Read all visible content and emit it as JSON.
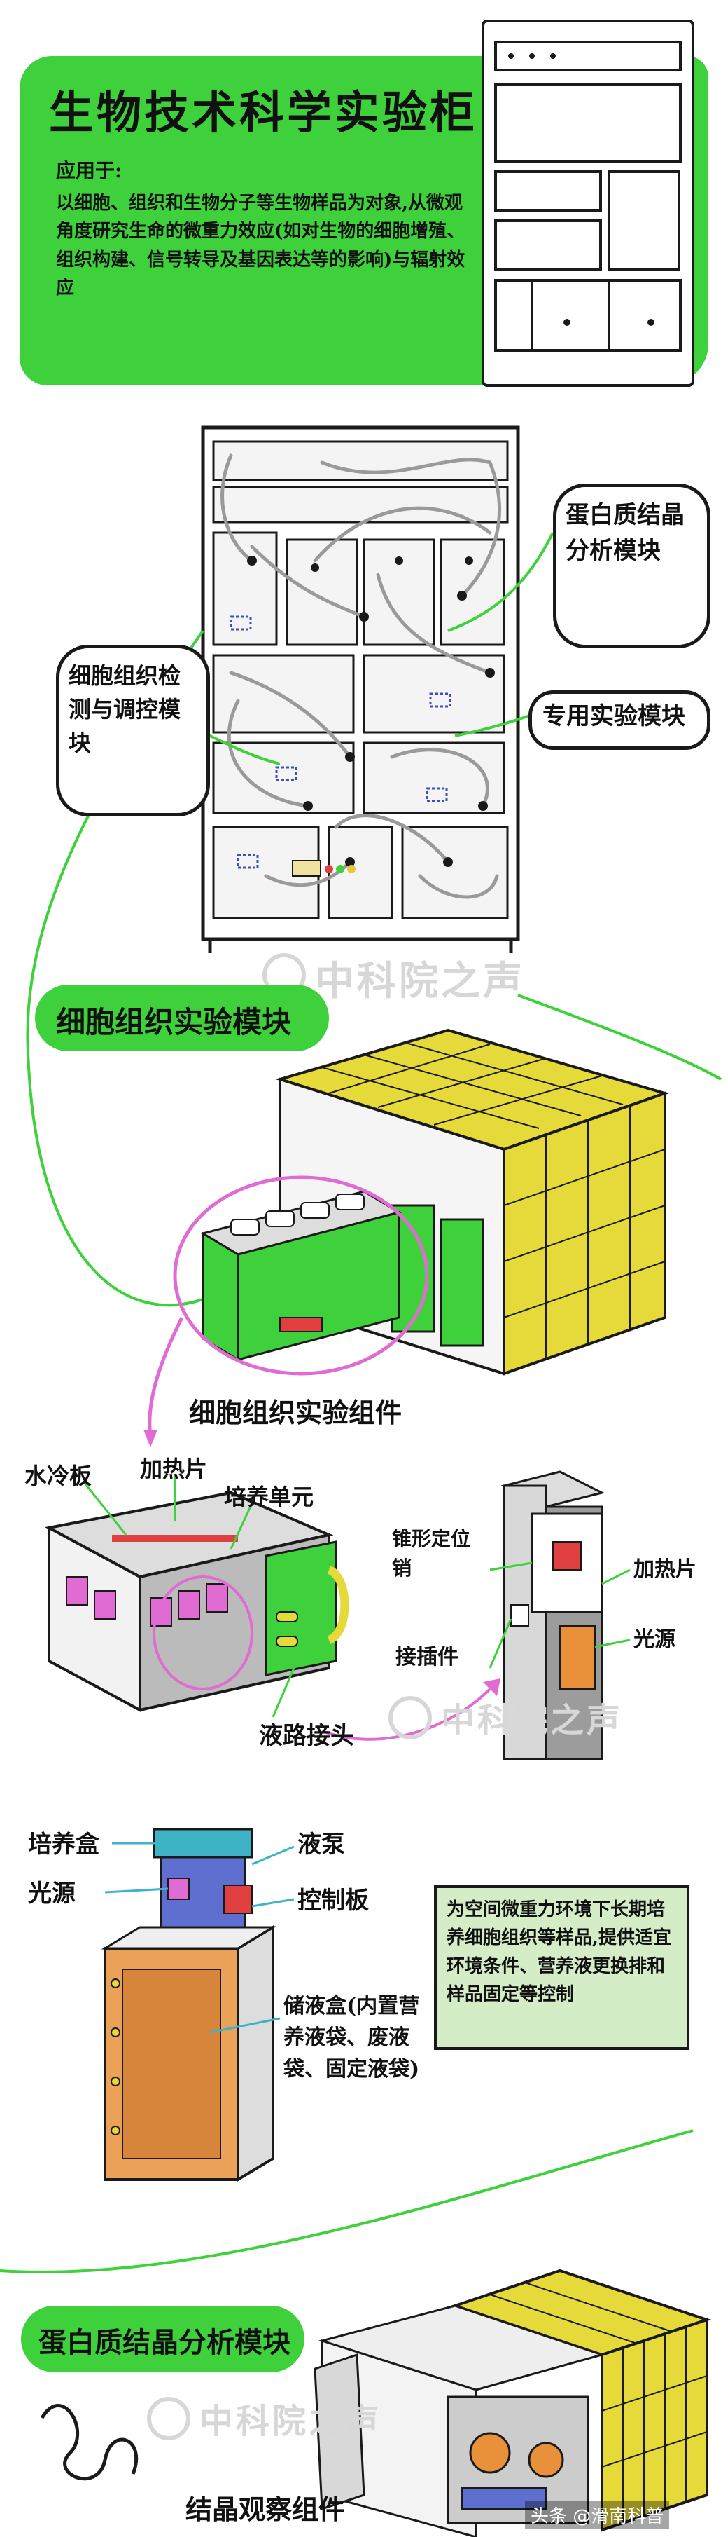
{
  "header": {
    "title": "生物技术科学实验柜",
    "applies_label": "应用于:",
    "description": "以细胞、组织和生物分子等生物样品为对象,从微观角度研究生命的微重力效应(如对生物的细胞增殖、组织构建、信号转导及基因表达等的影响)与辐射效应"
  },
  "cabinet_labels": {
    "protein": "蛋白质结晶分析模块",
    "cell_detect": "细胞组织检测与调控模块",
    "special": "专用实验模块"
  },
  "sections": {
    "cell_tissue": "细胞组织实验模块",
    "protein_crystal": "蛋白质结晶分析模块"
  },
  "cell_component": {
    "caption": "细胞组织实验组件",
    "water_cooling": "水冷板",
    "heater": "加热片",
    "culture_unit": "培养单元",
    "liquid_connector": "液路接头",
    "locating_pin": "锥形定位销",
    "heater_right": "加热片",
    "light_source": "光源",
    "connector": "接插件"
  },
  "culture_box": {
    "culture_box": "培养盒",
    "pump": "液泵",
    "light_source": "光源",
    "control_board": "控制板",
    "storage_box": "储液盒(内置营养液袋、废液袋、固定液袋)",
    "note": "为空间微重力环境下长期培养细胞组织等样品,提供适宜环境条件、营养液更换排和样品固定等控制"
  },
  "protein_component": {
    "caption": "结晶观察组件"
  },
  "watermark": {
    "text": "中科院之声",
    "source": "头条 @滑南科普"
  },
  "colors": {
    "green": "#3ed13b",
    "light_green_panel": "#d4edc6",
    "yellow": "#e6d93a",
    "pink": "#e06bd3",
    "orange": "#e8903a"
  }
}
